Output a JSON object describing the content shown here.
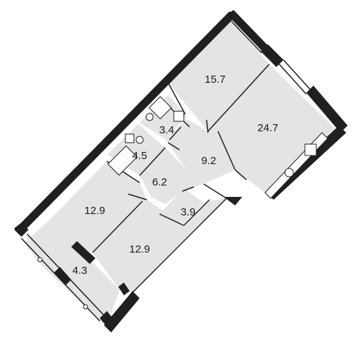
{
  "rooms": [
    {
      "id": "bedroom-top",
      "area": "15.7"
    },
    {
      "id": "kitchen-living",
      "area": "24.7"
    },
    {
      "id": "bathroom",
      "area": "3.4"
    },
    {
      "id": "washroom",
      "area": "4.5"
    },
    {
      "id": "hall",
      "area": "9.2"
    },
    {
      "id": "corridor",
      "area": "6.2"
    },
    {
      "id": "closet",
      "area": "3.9"
    },
    {
      "id": "bedroom-left",
      "area": "12.9"
    },
    {
      "id": "bedroom-bottom",
      "area": "12.9"
    },
    {
      "id": "balcony",
      "area": "4.3"
    }
  ],
  "colors": {
    "wall": "#202020",
    "room_fill": "#e4e4e4",
    "background": "#ffffff",
    "text": "#1a1a1a"
  },
  "icons": [
    "toilet-icon",
    "sink-icon",
    "bathtub-icon",
    "shower-icon",
    "washing-machine-icon",
    "stove-icon",
    "kitchen-sink-icon"
  ]
}
